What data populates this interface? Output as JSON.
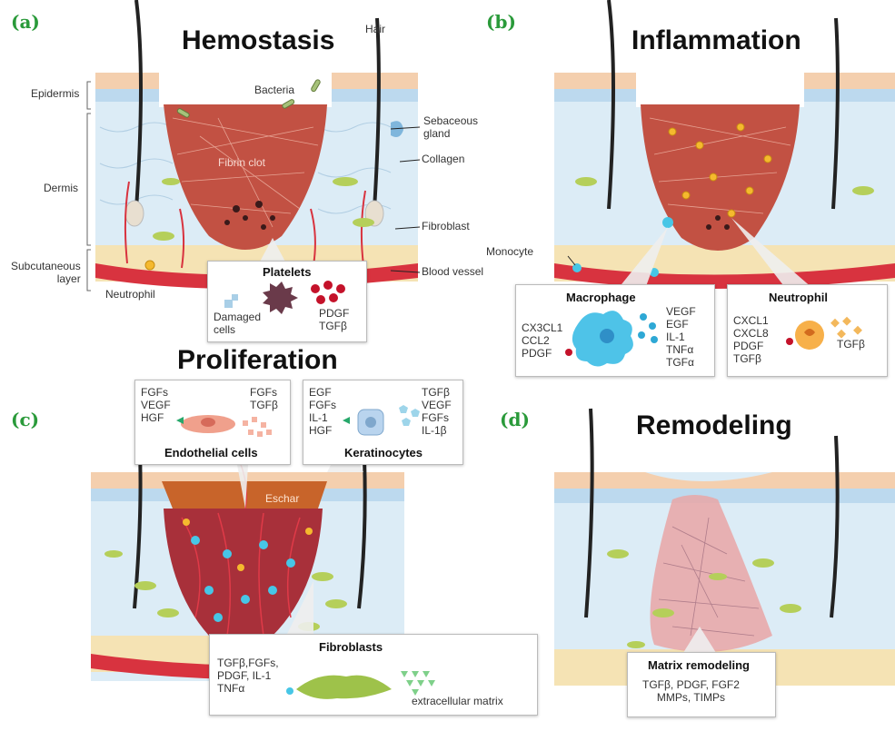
{
  "panels": {
    "a": {
      "label": "(a)",
      "title": "Hemostasis"
    },
    "b": {
      "label": "(b)",
      "title": "Inflammation"
    },
    "c": {
      "label": "(c)",
      "title": "Proliferation"
    },
    "d": {
      "label": "(d)",
      "title": "Remodeling"
    }
  },
  "hemostasis_labels": {
    "hair": "Hair",
    "bacteria": "Bacteria",
    "epidermis": "Epidermis",
    "dermis": "Dermis",
    "subcutaneous": "Subcutaneous\nlayer",
    "sebaceous": "Sebaceous\ngland",
    "collagen": "Collagen",
    "fibrin_clot": "Fibrin clot",
    "fibroblast": "Fibroblast",
    "blood_vessel": "Blood vessel",
    "neutrophil": "Neutrophil",
    "monocyte": "Monocyte"
  },
  "platelets_box": {
    "title": "Platelets",
    "damaged": "Damaged\ncells",
    "factors": "PDGF\nTGFβ"
  },
  "macrophage_box": {
    "title": "Macrophage",
    "left": "CX3CL1\nCCL2\nPDGF",
    "right": "VEGF\nEGF\nIL-1\nTNFα\nTGFα"
  },
  "neutrophil_box": {
    "title": "Neutrophil",
    "left": "CXCL1\nCXCL8\nPDGF\nTGFβ",
    "right": "TGFβ"
  },
  "endothelial_box": {
    "title": "Endothelial cells",
    "left": "FGFs\nVEGF\nHGF",
    "right": "FGFs\nTGFβ"
  },
  "keratinocytes_box": {
    "title": "Keratinocytes",
    "left": "EGF\nFGFs\nIL-1\nHGF",
    "right": "TGFβ\nVEGF\nFGFs\nIL-1β"
  },
  "eschar": "Eschar",
  "fibroblasts_box": {
    "title": "Fibroblasts",
    "left": "TGFβ,FGFs,\nPDGF, IL-1\nTNFα",
    "ecm": "extracellular matrix"
  },
  "remodeling_box": {
    "title": "Matrix remodeling",
    "text": "TGFβ, PDGF, FGF2\nMMPs, TIMPs"
  },
  "colors": {
    "label_green": "#2a9a3a",
    "skin_blue": "#d4e9f5",
    "epidermis_pink": "#f3c9a8",
    "clot_red": "#c0453a",
    "vessel_red": "#d8333f",
    "fat_yellow": "#f3dfae",
    "fibroblast_green": "#a9cc4b"
  }
}
